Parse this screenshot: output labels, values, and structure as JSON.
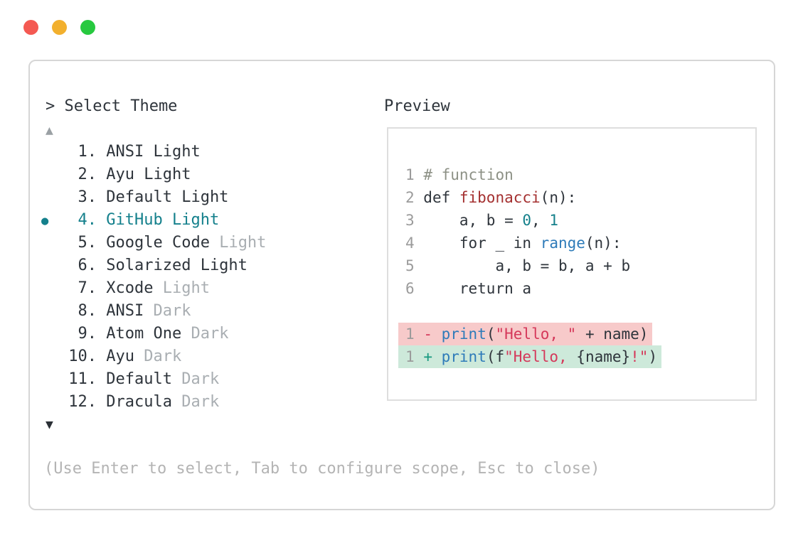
{
  "window": {
    "traffic_lights": [
      {
        "name": "close-button",
        "color": "#f45952"
      },
      {
        "name": "minimize-button",
        "color": "#f2b02e"
      },
      {
        "name": "zoom-button",
        "color": "#27c93f"
      }
    ]
  },
  "theme_picker": {
    "prompt": "> Select Theme",
    "scroll_up_indicator": "▲",
    "scroll_down_indicator": "▼",
    "selected_bullet": "●",
    "selected_index": 3,
    "items": [
      {
        "number": "1.",
        "main": "ANSI Light",
        "muted": ""
      },
      {
        "number": "2.",
        "main": "Ayu Light",
        "muted": ""
      },
      {
        "number": "3.",
        "main": "Default Light",
        "muted": ""
      },
      {
        "number": "4.",
        "main": "GitHub Light",
        "muted": ""
      },
      {
        "number": "5.",
        "main": "Google Code",
        "muted": "Light"
      },
      {
        "number": "6.",
        "main": "Solarized Light",
        "muted": ""
      },
      {
        "number": "7.",
        "main": "Xcode",
        "muted": "Light"
      },
      {
        "number": "8.",
        "main": "ANSI",
        "muted": "Dark"
      },
      {
        "number": "9.",
        "main": "Atom One",
        "muted": "Dark"
      },
      {
        "number": "10.",
        "main": "Ayu",
        "muted": "Dark"
      },
      {
        "number": "11.",
        "main": "Default",
        "muted": "Dark"
      },
      {
        "number": "12.",
        "main": "Dracula",
        "muted": "Dark"
      }
    ],
    "hint": "(Use Enter to select, Tab to configure scope, Esc to close)"
  },
  "preview": {
    "title": "Preview",
    "code_lines": [
      {
        "diff": null,
        "segments": [
          {
            "s": "ln",
            "t": "1"
          },
          {
            "s": "p",
            "t": " "
          },
          {
            "s": "c",
            "t": "# function"
          }
        ]
      },
      {
        "diff": null,
        "segments": [
          {
            "s": "ln",
            "t": "2"
          },
          {
            "s": "p",
            "t": " def "
          },
          {
            "s": "fn",
            "t": "fibonacci"
          },
          {
            "s": "p",
            "t": "(n):"
          }
        ]
      },
      {
        "diff": null,
        "segments": [
          {
            "s": "ln",
            "t": "3"
          },
          {
            "s": "p",
            "t": "     a, b = "
          },
          {
            "s": "num",
            "t": "0"
          },
          {
            "s": "p",
            "t": ", "
          },
          {
            "s": "num",
            "t": "1"
          }
        ]
      },
      {
        "diff": null,
        "segments": [
          {
            "s": "ln",
            "t": "4"
          },
          {
            "s": "p",
            "t": "     for _ in "
          },
          {
            "s": "call",
            "t": "range"
          },
          {
            "s": "p",
            "t": "(n):"
          }
        ]
      },
      {
        "diff": null,
        "segments": [
          {
            "s": "ln",
            "t": "5"
          },
          {
            "s": "p",
            "t": "         a, b = b, a + b"
          }
        ]
      },
      {
        "diff": null,
        "segments": [
          {
            "s": "ln",
            "t": "6"
          },
          {
            "s": "p",
            "t": "     return a"
          }
        ]
      },
      {
        "diff": null,
        "segments": []
      },
      {
        "diff": "removed",
        "segments": [
          {
            "s": "ln",
            "t": "1"
          },
          {
            "s": "p",
            "t": " "
          },
          {
            "s": "minus",
            "t": "-"
          },
          {
            "s": "p",
            "t": " "
          },
          {
            "s": "call",
            "t": "print"
          },
          {
            "s": "p",
            "t": "("
          },
          {
            "s": "str",
            "t": "\"Hello, \""
          },
          {
            "s": "p",
            "t": " + name)"
          }
        ]
      },
      {
        "diff": "added",
        "segments": [
          {
            "s": "ln",
            "t": "1"
          },
          {
            "s": "p",
            "t": " "
          },
          {
            "s": "plus",
            "t": "+"
          },
          {
            "s": "p",
            "t": " "
          },
          {
            "s": "call",
            "t": "print"
          },
          {
            "s": "p",
            "t": "(f"
          },
          {
            "s": "str",
            "t": "\"Hello, "
          },
          {
            "s": "p",
            "t": "{name}"
          },
          {
            "s": "str",
            "t": "!\""
          },
          {
            "s": "p",
            "t": ")"
          }
        ]
      }
    ]
  },
  "colors": {
    "accent_teal": "#14808c",
    "text_dark": "#2e343b",
    "text_muted": "#a9aeb2",
    "hint_gray": "#b4b4b4",
    "line_number_gray": "#9b9b9b",
    "comment_green_gray": "#8d9186",
    "function_red": "#a43030",
    "number_teal": "#15808b",
    "call_blue": "#2e7bb9",
    "string_crimson": "#d5385a",
    "diff_minus_red": "#d5385a",
    "diff_plus_teal": "#16997f",
    "diff_removed_bg": "#f7caca",
    "diff_added_bg": "#cde9da",
    "panel_border": "#d6d6d6",
    "preview_border": "#dedede",
    "traffic_red": "#f45952",
    "traffic_yellow": "#f2b02e",
    "traffic_green": "#27c93f"
  }
}
